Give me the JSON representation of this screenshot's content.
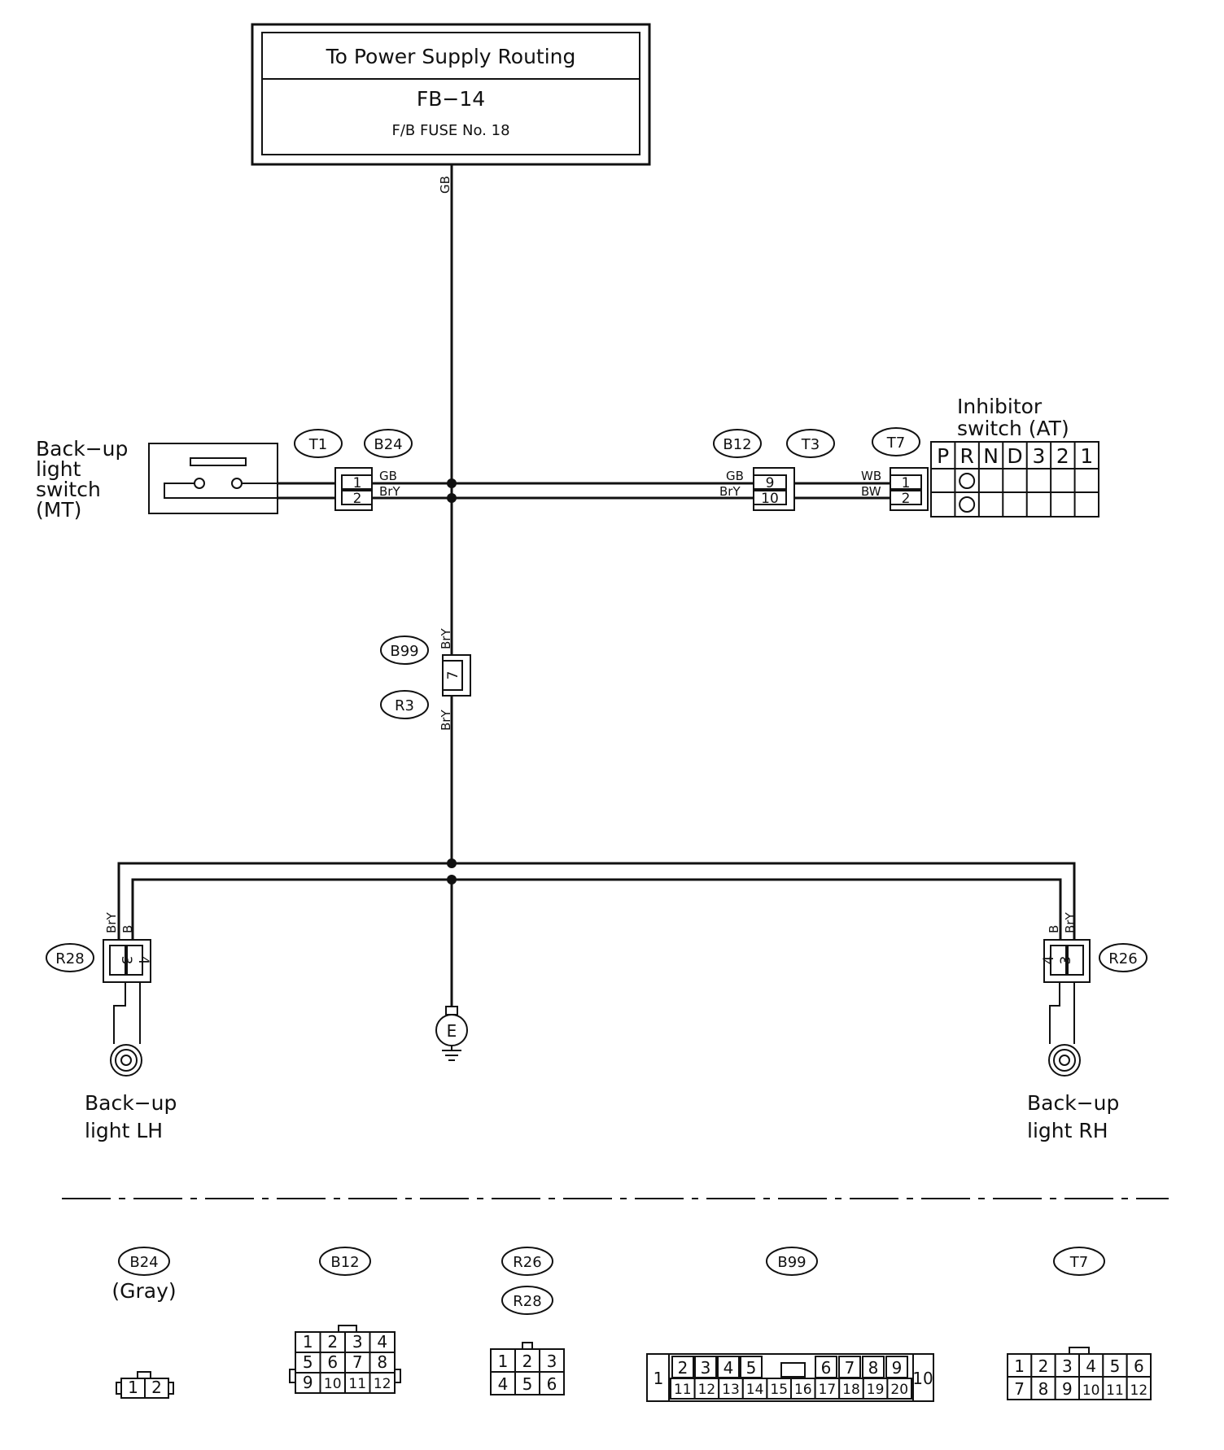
{
  "power": {
    "title": "To Power Supply Routing",
    "fuse_id": "FB−14",
    "fuse_desc": "F/B FUSE No. 18",
    "wire": "GB"
  },
  "components": {
    "backup_switch": [
      "Back−up",
      "light",
      "switch",
      "(MT)"
    ],
    "inhibitor": [
      "Inhibitor",
      "switch (AT)"
    ],
    "inhibitor_positions": [
      "P",
      "R",
      "N",
      "D",
      "3",
      "2",
      "1"
    ],
    "lamp_lh": [
      "Back−up",
      "light LH"
    ],
    "lamp_rh": [
      "Back−up",
      "light RH"
    ],
    "ground": "E"
  },
  "connectors": {
    "t1": "T1",
    "b24": "B24",
    "b12": "B12",
    "t3": "T3",
    "t7": "T7",
    "b99": "B99",
    "r3": "R3",
    "r28": "R28",
    "r26": "R26"
  },
  "pins": {
    "b24": [
      "1",
      "2"
    ],
    "b12": [
      "9",
      "10"
    ],
    "t7": [
      "1",
      "2"
    ],
    "b99": "7",
    "r28": [
      "3",
      "4"
    ],
    "r26": [
      "4",
      "3"
    ]
  },
  "wires": {
    "gb": "GB",
    "bry": "BrY",
    "wb": "WB",
    "bw": "BW",
    "b": "B"
  },
  "legend": {
    "b24": {
      "tag": "B24",
      "note": "(Gray)",
      "rows": [
        [
          "1",
          "2"
        ]
      ]
    },
    "b12": {
      "tag": "B12",
      "rows": [
        [
          "1",
          "2",
          "3",
          "4"
        ],
        [
          "5",
          "6",
          "7",
          "8"
        ],
        [
          "9",
          "10",
          "11",
          "12"
        ]
      ]
    },
    "r26": {
      "tag": "R26",
      "tag2": "R28",
      "rows": [
        [
          "1",
          "2",
          "3"
        ],
        [
          "4",
          "5",
          "6"
        ]
      ]
    },
    "b99": {
      "tag": "B99",
      "left": "1",
      "top_a": [
        "2",
        "3",
        "4",
        "5"
      ],
      "top_b": [
        "6",
        "7",
        "8",
        "9"
      ],
      "bottom": [
        "11",
        "12",
        "13",
        "14",
        "15",
        "16",
        "17",
        "18",
        "19",
        "20"
      ],
      "right": "10"
    },
    "t7": {
      "tag": "T7",
      "rows": [
        [
          "1",
          "2",
          "3",
          "4",
          "5",
          "6"
        ],
        [
          "7",
          "8",
          "9",
          "10",
          "11",
          "12"
        ]
      ]
    }
  }
}
